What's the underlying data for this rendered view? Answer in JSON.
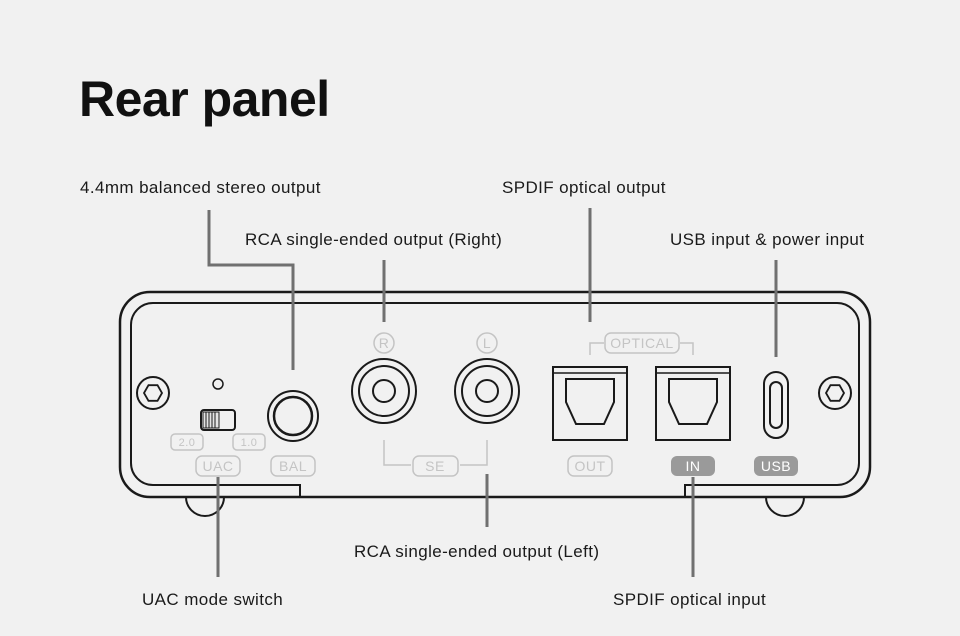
{
  "title": "Rear panel",
  "callouts": {
    "balanced_output": "4.4mm balanced stereo output",
    "spdif_out": "SPDIF optical output",
    "rca_right": "RCA single-ended output (Right)",
    "usb_input": "USB input & power input",
    "rca_left": "RCA single-ended output (Left)",
    "uac_switch": "UAC mode switch",
    "spdif_in": "SPDIF optical input"
  },
  "panel_labels": {
    "r": "R",
    "l": "L",
    "optical": "OPTICAL",
    "uac_2": "2.0",
    "uac_1": "1.0",
    "uac": "UAC",
    "bal": "BAL",
    "se": "SE",
    "out": "OUT",
    "in": "IN",
    "usb": "USB"
  },
  "colors": {
    "outline": "#1a1a1a",
    "leader": "#707070",
    "tag": "#c4c4c4",
    "tag_filled_bg": "#9a9a9a",
    "background": "#f1f1f1"
  }
}
